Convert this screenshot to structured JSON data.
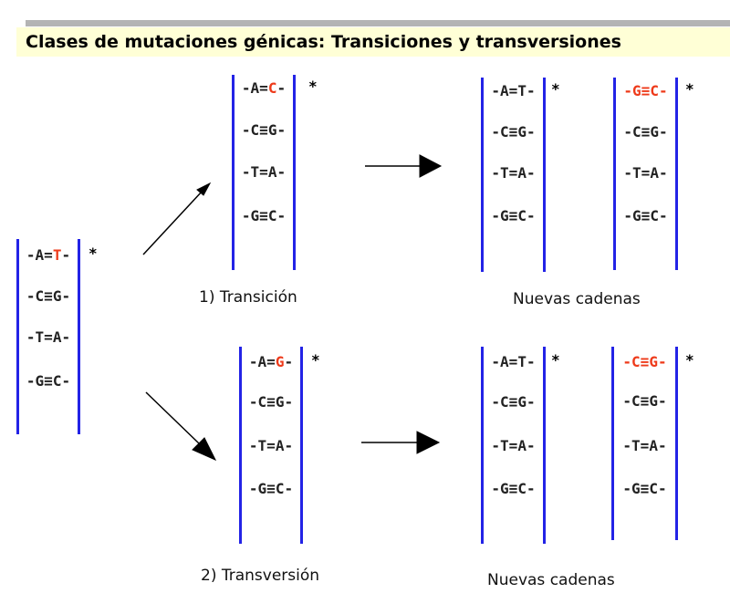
{
  "title": "Clases de mutaciones génicas: Transiciones y transversiones",
  "labels": {
    "transition": "1) Transición",
    "transversion": "2) Transversión",
    "new_chains_1": "Nuevas cadenas",
    "new_chains_2": "Nuevas cadenas"
  },
  "colors": {
    "rail": "#2323e6",
    "mutation": "#ee3a1a",
    "title_bg": "#ffffd6"
  },
  "ladders": [
    {
      "id": "original",
      "rows": [
        {
          "l": "A",
          "b": "=",
          "r": "T",
          "red": "r"
        },
        {
          "l": "C",
          "b": "≡",
          "r": "G"
        },
        {
          "l": "T",
          "b": "=",
          "r": "A"
        },
        {
          "l": "G",
          "b": "≡",
          "r": "C"
        }
      ],
      "star": "*"
    },
    {
      "id": "transition",
      "rows": [
        {
          "l": "A",
          "b": "=",
          "r": "C",
          "red": "r"
        },
        {
          "l": "C",
          "b": "≡",
          "r": "G"
        },
        {
          "l": "T",
          "b": "=",
          "r": "A"
        },
        {
          "l": "G",
          "b": "≡",
          "r": "C"
        }
      ],
      "star": "*"
    },
    {
      "id": "transversion",
      "rows": [
        {
          "l": "A",
          "b": "=",
          "r": "G",
          "red": "r"
        },
        {
          "l": "C",
          "b": "≡",
          "r": "G"
        },
        {
          "l": "T",
          "b": "=",
          "r": "A"
        },
        {
          "l": "G",
          "b": "≡",
          "r": "C"
        }
      ],
      "star": "*"
    },
    {
      "id": "new-transition-a",
      "rows": [
        {
          "l": "A",
          "b": "=",
          "r": "T"
        },
        {
          "l": "C",
          "b": "≡",
          "r": "G"
        },
        {
          "l": "T",
          "b": "=",
          "r": "A"
        },
        {
          "l": "G",
          "b": "≡",
          "r": "C"
        }
      ],
      "star": "*"
    },
    {
      "id": "new-transition-b",
      "rows": [
        {
          "l": "G",
          "b": "≡",
          "r": "C",
          "red": "all"
        },
        {
          "l": "C",
          "b": "≡",
          "r": "G"
        },
        {
          "l": "T",
          "b": "=",
          "r": "A"
        },
        {
          "l": "G",
          "b": "≡",
          "r": "C"
        }
      ],
      "star": "*"
    },
    {
      "id": "new-transversion-a",
      "rows": [
        {
          "l": "A",
          "b": "=",
          "r": "T"
        },
        {
          "l": "C",
          "b": "≡",
          "r": "G"
        },
        {
          "l": "T",
          "b": "=",
          "r": "A"
        },
        {
          "l": "G",
          "b": "≡",
          "r": "C"
        }
      ],
      "star": "*"
    },
    {
      "id": "new-transversion-b",
      "rows": [
        {
          "l": "C",
          "b": "≡",
          "r": "G",
          "red": "all"
        },
        {
          "l": "C",
          "b": "≡",
          "r": "G"
        },
        {
          "l": "T",
          "b": "=",
          "r": "A"
        },
        {
          "l": "G",
          "b": "≡",
          "r": "C"
        }
      ],
      "star": "*"
    }
  ]
}
